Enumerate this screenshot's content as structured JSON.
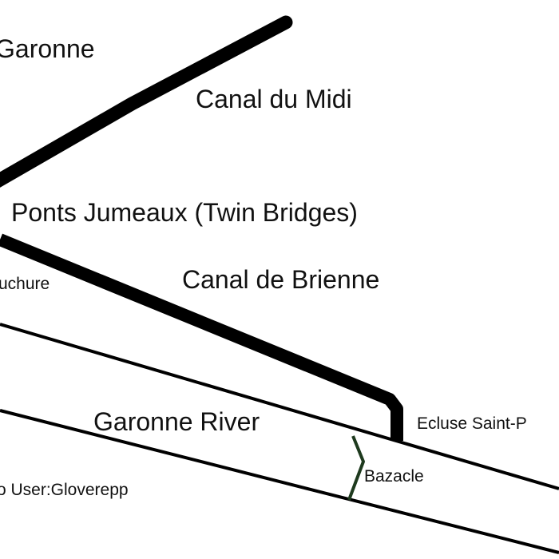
{
  "labels": {
    "garonne_lateral_canal": "Garonne",
    "canal_du_midi": "Canal du Midi",
    "ponts_jumeaux": "Ponts Jumeaux (Twin Bridges)",
    "embouchure": "uchure",
    "canal_de_brienne": "Canal de Brienne",
    "garonne_river": "Garonne River",
    "ecluse": "Ecluse Saint-P",
    "bazacle": "Bazacle",
    "credit": "o User:Gloverepp"
  },
  "colors": {
    "background": "#ffffff",
    "canal": "#000000",
    "river_bank": "#000000",
    "weir": "#1e3a1e"
  }
}
